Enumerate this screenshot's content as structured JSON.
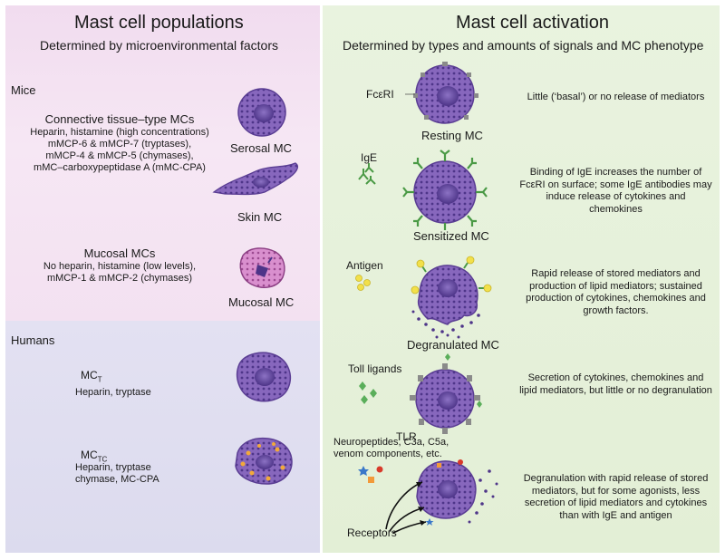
{
  "left": {
    "title": "Mast cell populations",
    "subtitle": "Determined by microenvironmental factors",
    "mice": {
      "section_label": "Mice",
      "connective": {
        "heading": "Connective tissue–type MCs",
        "lines": [
          "Heparin, histamine (high concentrations)",
          "mMCP-6 & mMCP-7 (tryptases),",
          "mMCP-4 & mMCP-5 (chymases),",
          "mMC–carboxypeptidase A (mMC-CPA)"
        ]
      },
      "mucosal": {
        "heading": "Mucosal MCs",
        "lines": [
          "No heparin, histamine (low levels),",
          "mMCP-1 & mMCP-2 (chymases)"
        ]
      },
      "cell_labels": {
        "serosal": "Serosal MC",
        "skin": "Skin MC",
        "mucosal": "Mucosal MC"
      }
    },
    "humans": {
      "section_label": "Humans",
      "mct": {
        "name": "MC",
        "sub": "T",
        "line": "Heparin, tryptase"
      },
      "mctc": {
        "name": "MC",
        "sub": "TC",
        "lines": [
          "Heparin, tryptase",
          "chymase, MC-CPA"
        ]
      }
    }
  },
  "right": {
    "title": "Mast cell activation",
    "subtitle": "Determined by types and amounts of signals and MC phenotype",
    "rows": [
      {
        "cell_label": "Resting MC",
        "side_label": "FcεRI",
        "desc": "Little (‘basal’) or no release of mediators"
      },
      {
        "cell_label": "Sensitized MC",
        "side_label": "IgE",
        "desc": "Binding of IgE increases the number of FcεRI on surface; some IgE antibodies may induce release of cytokines and chemokines"
      },
      {
        "cell_label": "Degranulated MC",
        "side_label": "Antigen",
        "desc": "Rapid release of stored mediators and production of lipid mediators; sustained production of cytokines, chemokines and growth factors."
      },
      {
        "cell_label": "TLR",
        "side_label": "Toll ligands",
        "desc": "Secretion of cytokines, chemokines and lipid mediators, but little or no degranulation"
      },
      {
        "cell_label": "Receptors",
        "side_label": "Neuropeptides, C3a, C5a, venom components, etc.",
        "desc": "Degranulation with rapid release of stored mediators, but for some agonists, less secretion of lipid mediators and cytokines than with IgE and antigen"
      }
    ]
  },
  "colors": {
    "left_top_bg": "#f1dcef",
    "left_bottom_bg": "#dcdbee",
    "right_bg": "#e6f1da",
    "cell_body": "#7d5cb3",
    "nucleus": "#5a3d93",
    "ige_green": "#4a9a45",
    "antigen_yellow": "#f2e04a",
    "receptor_gray": "#8a8a8a"
  }
}
